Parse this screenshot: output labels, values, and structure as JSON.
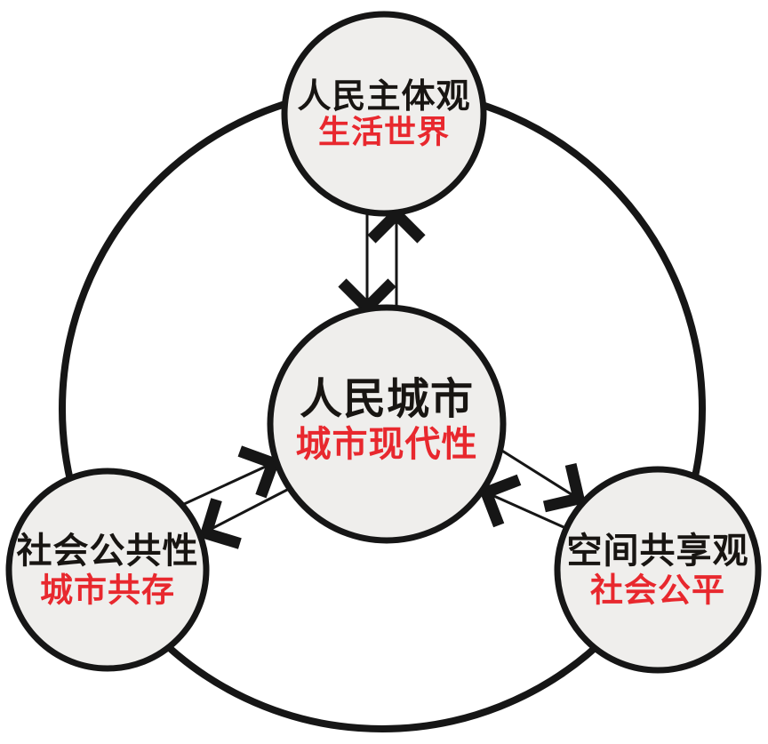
{
  "diagram": {
    "type": "concept-relationship-diagram",
    "colors": {
      "background": "#ffffff",
      "node_fill": "#efeeec",
      "outline": "#161616",
      "title_text": "#181512",
      "subtitle_text": "#e8282e"
    },
    "nodes": {
      "top": {
        "title": "人民主体观",
        "subtitle": "生活世界"
      },
      "center": {
        "title": "人民城市",
        "subtitle": "城市现代性"
      },
      "left": {
        "title": "社会公共性",
        "subtitle": "城市共存"
      },
      "right": {
        "title": "空间共享观",
        "subtitle": "社会公平"
      }
    },
    "edges": [
      {
        "between": [
          "top",
          "center"
        ],
        "style": "paired-one-way-arrows"
      },
      {
        "between": [
          "left",
          "center"
        ],
        "style": "paired-one-way-arrows"
      },
      {
        "between": [
          "right",
          "center"
        ],
        "style": "paired-one-way-arrows"
      }
    ]
  }
}
